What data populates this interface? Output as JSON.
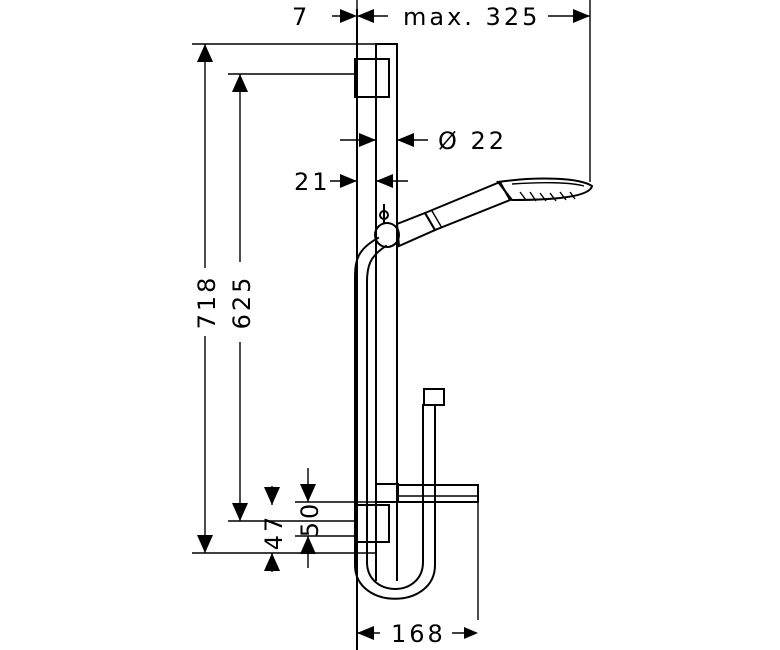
{
  "dimensions": {
    "top_offset": "7",
    "max_reach": "max. 325",
    "rail_diameter": "Ø 22",
    "wall_offset": "21",
    "total_height": "718",
    "bracket_spacing": "625",
    "lower_height_a": "50",
    "lower_height_b": "47",
    "shelf_depth": "168"
  }
}
